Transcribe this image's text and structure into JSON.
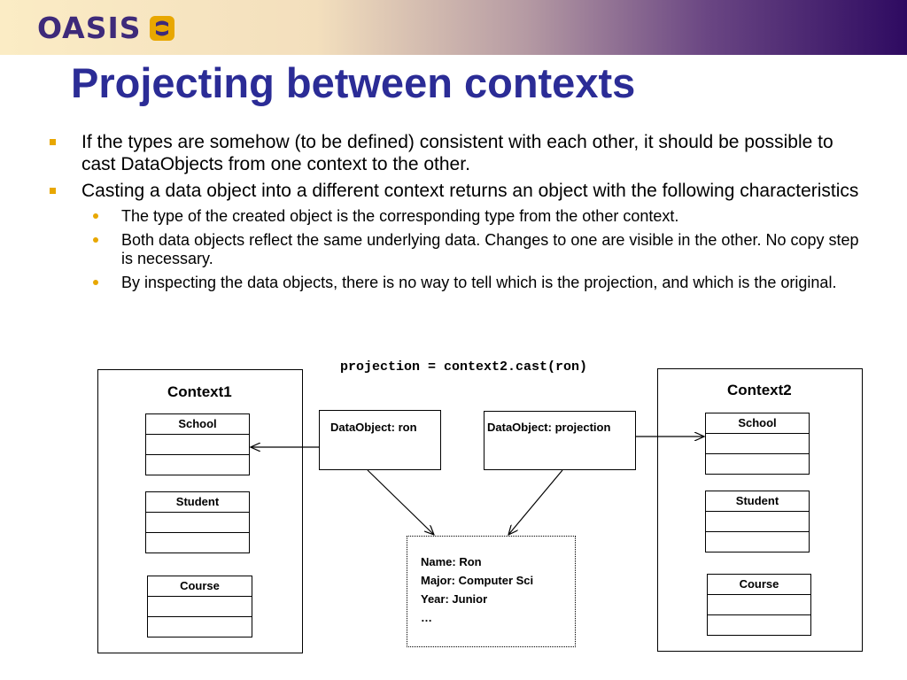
{
  "header": {
    "logo_text": "OASIS",
    "brand_colors": {
      "logo": "#3e2a7a",
      "logo_accent": "#e8a700",
      "title": "#2b2c96"
    }
  },
  "title": "Projecting between contexts",
  "bullets": [
    {
      "text": "If the types are somehow (to be defined) consistent with each other, it should be possible to cast DataObjects from one context to the other.",
      "children": []
    },
    {
      "text": "Casting a data object into a different context returns an object with the following characteristics",
      "children": [
        "The type of the created object is the corresponding type from the other context.",
        "Both data objects reflect the same underlying data.  Changes to one are visible in the other.  No copy step is necessary.",
        "By inspecting the data objects, there is no way to tell which is the projection, and which is the original."
      ]
    }
  ],
  "diagram": {
    "code": "projection = context2.cast(ron)",
    "context1": {
      "label": "Context1",
      "tables": [
        "School",
        "Student",
        "Course"
      ]
    },
    "context2": {
      "label": "Context2",
      "tables": [
        "School",
        "Student",
        "Course"
      ]
    },
    "dataobject_ron": "DataObject: ron",
    "dataobject_projection": "DataObject: projection",
    "data": [
      "Name: Ron",
      "Major: Computer Sci",
      "Year: Junior",
      "…"
    ]
  }
}
